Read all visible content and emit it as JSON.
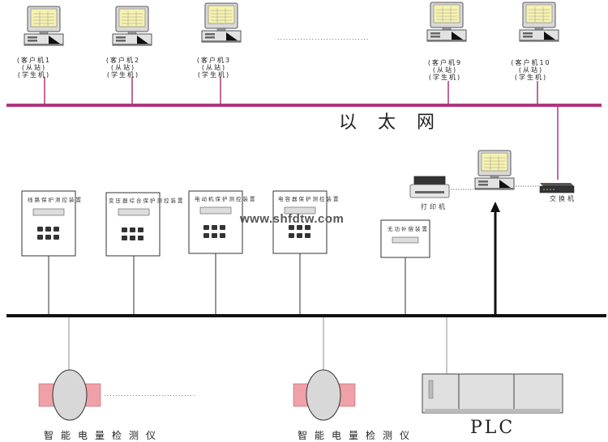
{
  "network": {
    "ethernet_label": "以太网",
    "ellipsis": "................................"
  },
  "clients": [
    {
      "name": "(客户机1",
      "sub1": "(从站)",
      "sub2": "(学生机)"
    },
    {
      "name": "(客户机2",
      "sub1": "(从站)",
      "sub2": "(学生机)"
    },
    {
      "name": "(客户机3",
      "sub1": "(从站)",
      "sub2": "(学生机)"
    },
    {
      "name": "(客户机9",
      "sub1": "(从站)",
      "sub2": "(学生机)"
    },
    {
      "name": "(客户机10",
      "sub1": "(从站)",
      "sub2": "(学生机)"
    }
  ],
  "station": {
    "printer_label": "打印机",
    "switch_label": "交换机"
  },
  "devices": [
    {
      "title": "线路保护测控装置"
    },
    {
      "title": "变压器综合保护测控装置"
    },
    {
      "title": "电动机保护测控装置"
    },
    {
      "title": "电容器保护测控装置"
    },
    {
      "title": "无功补偿装置"
    }
  ],
  "field": {
    "meter_label_1": "智能电量检测仪",
    "meter_label_2": "智能电量检测仪",
    "plc_label": "PLC"
  },
  "watermark": "www.shfdtw.com",
  "colors": {
    "ethernet": "#b0357a",
    "bus": "#111111",
    "meter_flange": "#f0a0a8",
    "meter_body": "#d8d8d8"
  }
}
